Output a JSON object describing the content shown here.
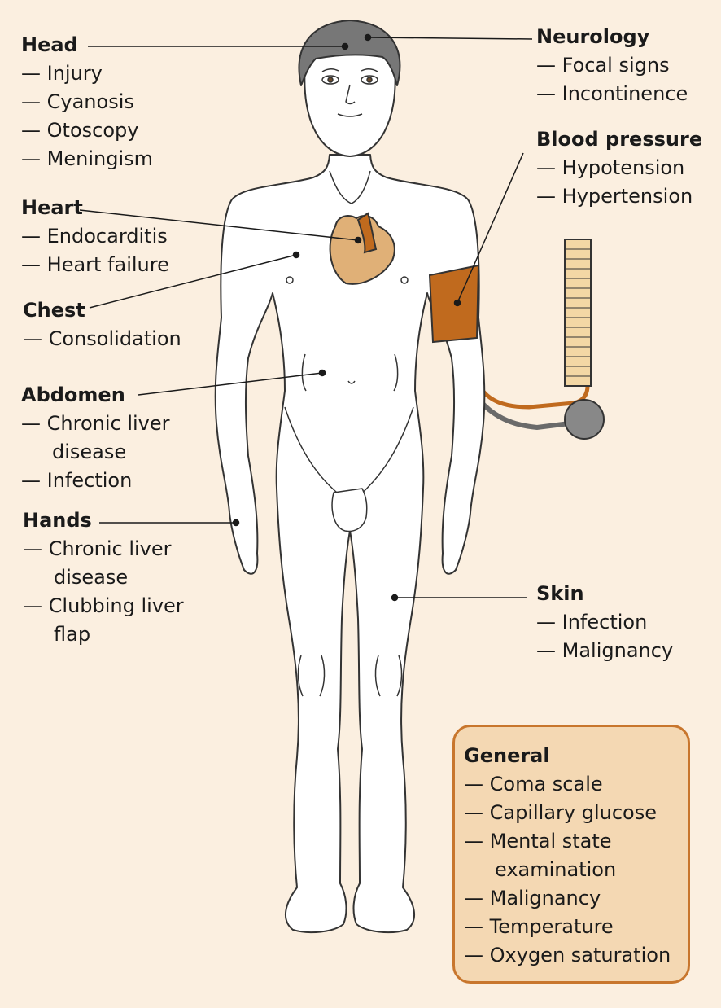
{
  "colors": {
    "background": "#fbefe0",
    "accent": "#c8762d",
    "heart": "#e0b077",
    "cuff": "#c06a1e",
    "general_box_fill": "#f4d8b3",
    "hair": "#777777"
  },
  "labels": {
    "head": {
      "title": "Head",
      "items": [
        "Injury",
        "Cyanosis",
        "Otoscopy",
        "Meningism"
      ]
    },
    "heart": {
      "title": "Heart",
      "items": [
        "Endocarditis",
        "Heart failure"
      ]
    },
    "chest": {
      "title": "Chest",
      "items": [
        "Consolidation"
      ]
    },
    "abdomen": {
      "title": "Abdomen",
      "items": [
        "Chronic liver disease",
        "Infection"
      ]
    },
    "hands": {
      "title": "Hands",
      "items": [
        "Chronic liver disease",
        "Clubbing liver flap"
      ]
    },
    "neurology": {
      "title": "Neurology",
      "items": [
        "Focal signs",
        "Incontinence"
      ]
    },
    "blood_pressure": {
      "title": "Blood pressure",
      "items": [
        "Hypotension",
        "Hypertension"
      ]
    },
    "skin": {
      "title": "Skin",
      "items": [
        "Infection",
        "Malignancy"
      ]
    },
    "general": {
      "title": "General",
      "items": [
        "Coma scale",
        "Capillary glucose",
        "Mental state examination",
        "Malignancy",
        "Temperature",
        "Oxygen saturation"
      ]
    }
  }
}
